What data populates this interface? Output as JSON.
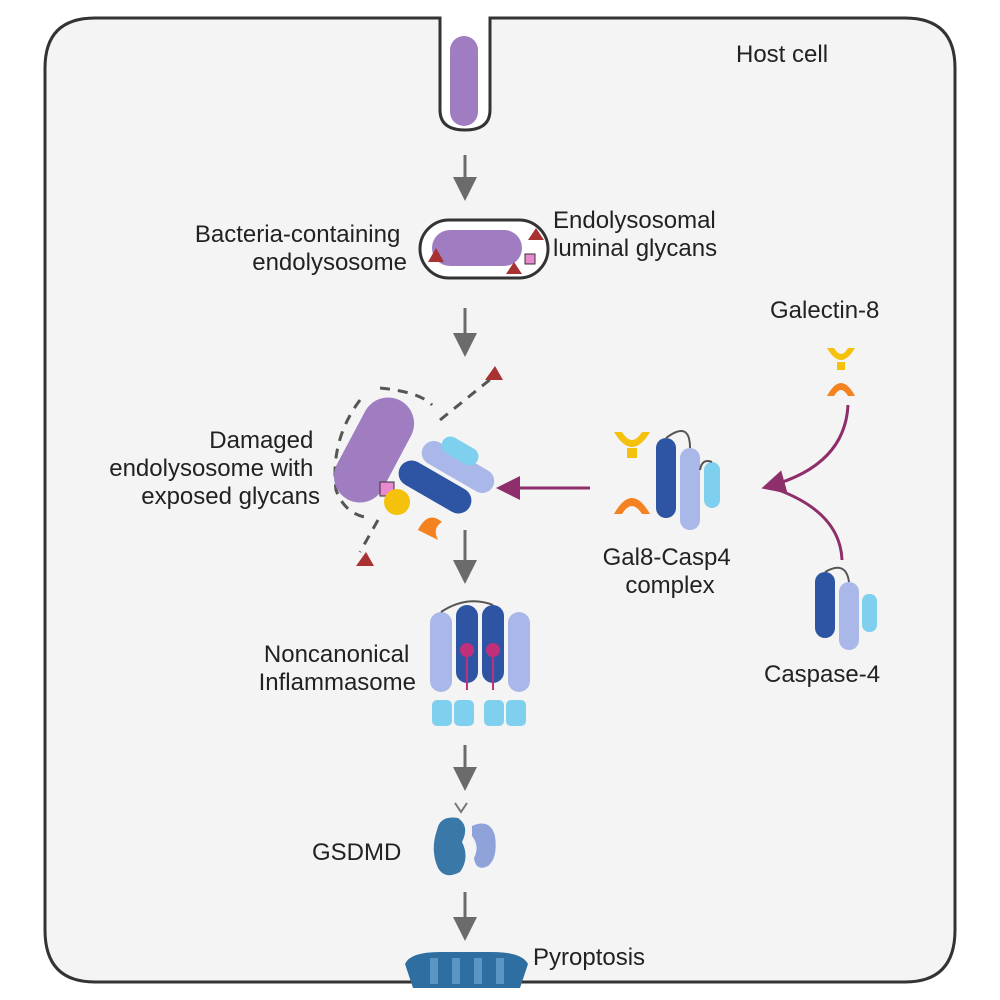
{
  "labels": {
    "host_cell": "Host cell",
    "bacteria_endolysosome": [
      "Bacteria-containing",
      "endolysosome"
    ],
    "luminal_glycans": [
      "Endolysosomal",
      "luminal glycans"
    ],
    "galectin8": "Galectin-8",
    "damaged": [
      "Damaged",
      "endolysosome with",
      "exposed glycans"
    ],
    "complex": [
      "Gal8-Casp4",
      "complex"
    ],
    "caspase4": "Caspase-4",
    "inflammasome": [
      "Noncanonical",
      "Inflammasome"
    ],
    "gsdmd": "GSDMD",
    "pyroptosis": "Pyroptosis"
  },
  "colors": {
    "cell_fill": "#f4f4f4",
    "cell_outline": "#333333",
    "bacterium": "#a07cc0",
    "bacterium_dark": "#7e5a9e",
    "glycan_triangle": "#a83232",
    "glycan_square": "#e98ad1",
    "galectin_yellow": "#f4c20d",
    "galectin_orange": "#f58220",
    "casp_dark_blue": "#2e55a3",
    "casp_light_blue": "#a9b8e8",
    "casp_cyan": "#7fd0ee",
    "gsdmd_blue": "#3a78a8",
    "arrow_gray": "#6b6b6b",
    "arrow_purple": "#8e2f6b"
  }
}
